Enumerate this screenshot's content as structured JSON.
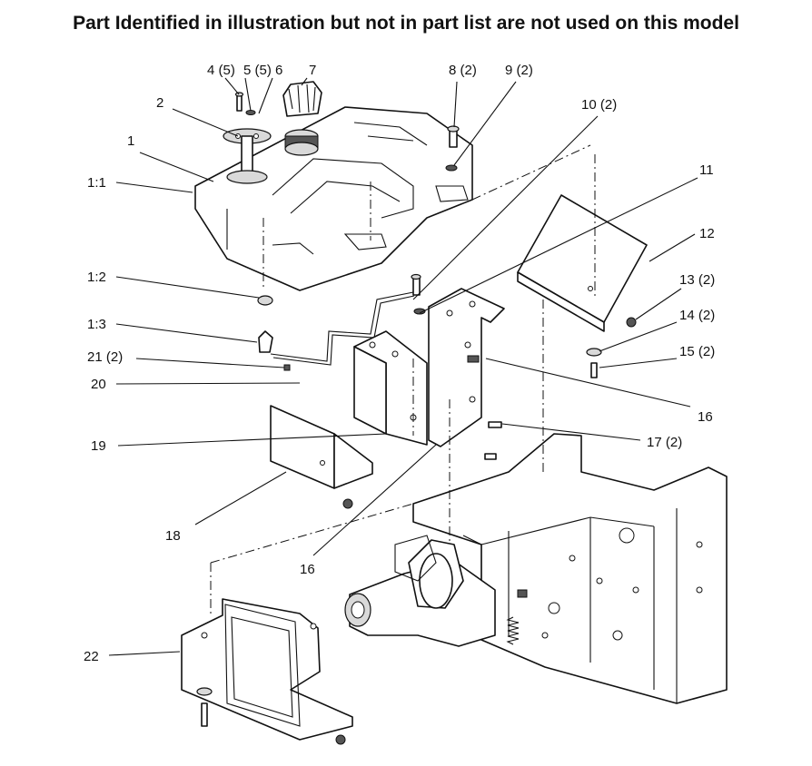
{
  "title": "Part Identified in illustration but not in part list are not used on this model",
  "callouts": [
    {
      "id": "c1",
      "text": "1"
    },
    {
      "id": "c1_1",
      "text": "1:1"
    },
    {
      "id": "c1_2",
      "text": "1:2"
    },
    {
      "id": "c1_3",
      "text": "1:3"
    },
    {
      "id": "c2",
      "text": "2"
    },
    {
      "id": "c4",
      "text": "4 (5)"
    },
    {
      "id": "c5",
      "text": "5 (5)"
    },
    {
      "id": "c6",
      "text": "6"
    },
    {
      "id": "c7",
      "text": "7"
    },
    {
      "id": "c8",
      "text": "8 (2)"
    },
    {
      "id": "c9",
      "text": "9 (2)"
    },
    {
      "id": "c10",
      "text": "10 (2)"
    },
    {
      "id": "c11",
      "text": "11"
    },
    {
      "id": "c12",
      "text": "12"
    },
    {
      "id": "c13",
      "text": "13 (2)"
    },
    {
      "id": "c14",
      "text": "14 (2)"
    },
    {
      "id": "c15",
      "text": "15 (2)"
    },
    {
      "id": "c16a",
      "text": "16"
    },
    {
      "id": "c16b",
      "text": "16"
    },
    {
      "id": "c17",
      "text": "17 (2)"
    },
    {
      "id": "c18",
      "text": "18"
    },
    {
      "id": "c19",
      "text": "19"
    },
    {
      "id": "c20",
      "text": "20"
    },
    {
      "id": "c21",
      "text": "21 (2)"
    },
    {
      "id": "c22",
      "text": "22"
    }
  ]
}
